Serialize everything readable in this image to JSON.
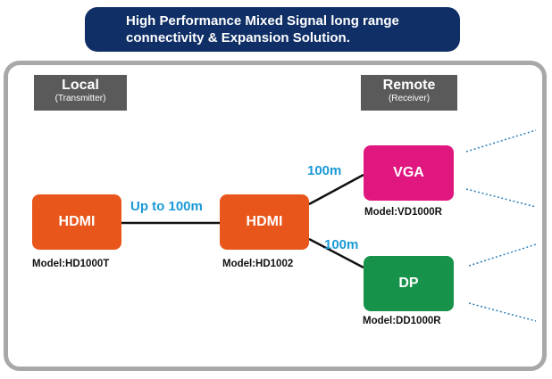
{
  "banner": {
    "line1": "High Performance Mixed Signal long range",
    "line2": "connectivity & Expansion Solution."
  },
  "local": {
    "label": "Local",
    "sub": "(Transmitter)"
  },
  "remote": {
    "label": "Remote",
    "sub": "(Receiver)"
  },
  "nodes": {
    "transmitter": {
      "label": "HDMI",
      "model": "Model:HD1000T",
      "color": "#e8561b"
    },
    "hub": {
      "label": "HDMI",
      "model": "Model:HD1002",
      "color": "#e8561b"
    },
    "vga": {
      "label": "VGA",
      "model": "Model:VD1000R",
      "color": "#e0177f"
    },
    "dp": {
      "label": "DP",
      "model": "Model:DD1000R",
      "color": "#17924a"
    }
  },
  "links": {
    "tx_hub": "Up to 100m",
    "hub_vga": "100m",
    "hub_dp": "100m"
  },
  "colors": {
    "banner": "#0f2f66",
    "frame": "#a8a8a8",
    "distance_text": "#1a9ad6",
    "dotted": "#2a7fb8"
  }
}
